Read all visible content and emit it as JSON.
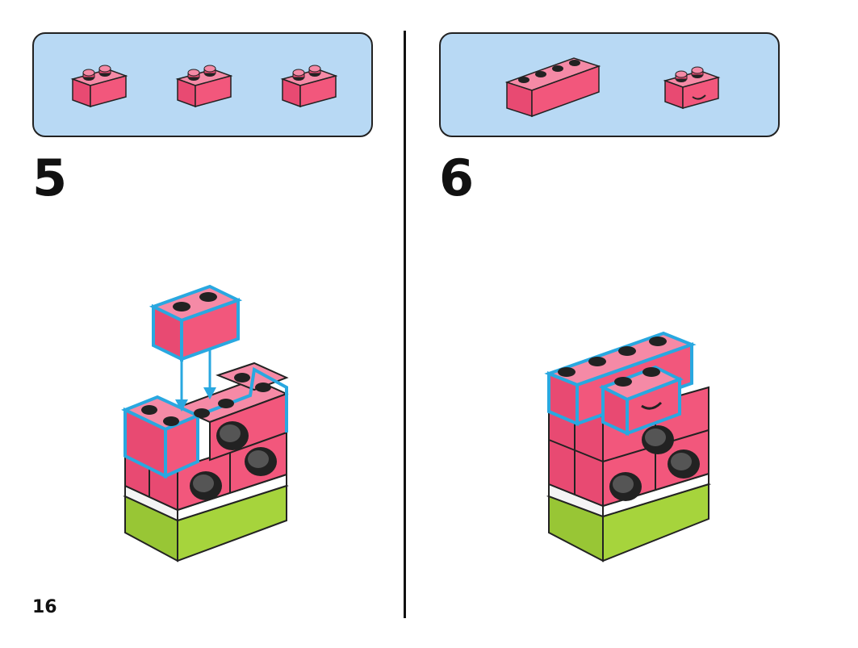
{
  "page": {
    "number": "16"
  },
  "steps": [
    {
      "number": "5",
      "parts": [
        "pink-brick-1x2",
        "pink-brick-1x2",
        "pink-brick-1x2"
      ]
    },
    {
      "number": "6",
      "parts": [
        "pink-brick-1x4",
        "pink-brick-1x2-smile"
      ]
    }
  ],
  "colors": {
    "parts_background": "#b8d9f4",
    "brick_pink": "#f2577c",
    "brick_green": "#a6d43c",
    "highlight_blue": "#29a8e0",
    "seed_black": "#222222"
  }
}
